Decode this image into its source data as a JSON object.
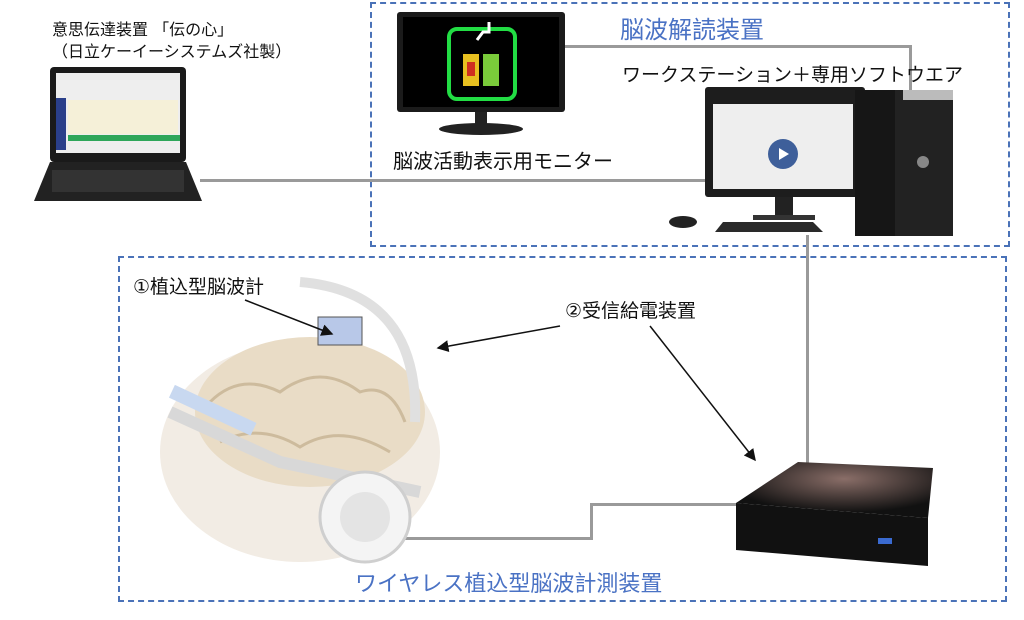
{
  "labels": {
    "communication_device_line1": "意思伝達装置 「伝の心」",
    "communication_device_line2": "（日立ケーイーシステムズ社製）",
    "decoder_title": "脳波解読装置",
    "workstation": "ワークステーション＋専用ソフトウエア",
    "monitor": "脳波活動表示用モニター",
    "implant": "①植込型脳波計",
    "receiver": "②受信給電装置",
    "wireless_system": "ワイヤレス植込型脳波計測装置"
  },
  "colors": {
    "accent": "#4a72c4",
    "connector": "#9a9a9a",
    "screen_green": "#22dd44"
  }
}
